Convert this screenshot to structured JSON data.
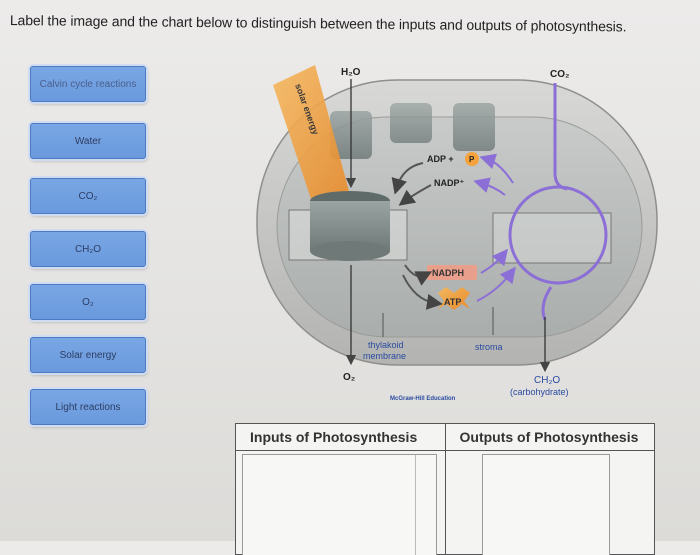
{
  "prompt": "Label the image and the chart below to distinguish between the inputs and outputs of photosynthesis.",
  "labels": [
    {
      "text": "Calvin cycle reactions"
    },
    {
      "text": "Water"
    },
    {
      "text": "CO₂"
    },
    {
      "text": "CH₂O"
    },
    {
      "text": "O₂"
    },
    {
      "text": "Solar energy"
    },
    {
      "text": "Light reactions"
    }
  ],
  "diagram": {
    "h2o": "H₂O",
    "co2": "CO₂",
    "solar_energy": "solar energy",
    "adp": "ADP +",
    "p": "P",
    "nadp": "NADP⁺",
    "nadph": "NADPH",
    "atp": "ATP",
    "thylakoid_line1": "thylakoid",
    "thylakoid_line2": "membrane",
    "stroma": "stroma",
    "o2": "O₂",
    "ch2o": "CH₂O",
    "carbohydrate": "(carbohydrate)",
    "credit": "McGraw-Hill Education"
  },
  "chart": {
    "inputs_header": "Inputs of Photosynthesis",
    "outputs_header": "Outputs of Photosynthesis"
  },
  "colors": {
    "label_fill": "#6f9fe0",
    "chloroplast": "#c9c9c7",
    "stroma": "#b9bdbc",
    "arrow_purple": "#8c6fd6",
    "solar_orange": "#f0a032",
    "atp_orange": "#f5a23c",
    "nadph_pink": "#e8a08c"
  }
}
